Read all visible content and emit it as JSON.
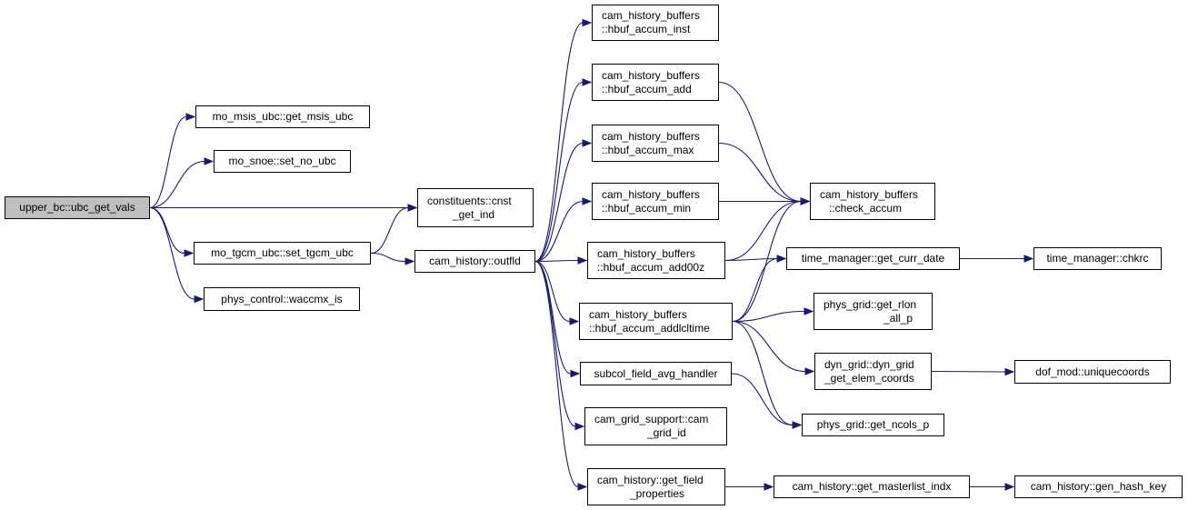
{
  "nodes": {
    "upper_bc": [
      "upper_bc::ubc_get_vals"
    ],
    "get_msis": [
      "mo_msis_ubc::get_msis_ubc"
    ],
    "set_no": [
      "mo_snoe::set_no_ubc"
    ],
    "cnst": [
      "constituents::cnst",
      "_get_ind"
    ],
    "set_tgcm": [
      "mo_tgcm_ubc::set_tgcm_ubc"
    ],
    "waccmx": [
      "phys_control::waccmx_is"
    ],
    "outfld": [
      "cam_history::outfld"
    ],
    "inst": [
      "cam_history_buffers",
      "::hbuf_accum_inst"
    ],
    "add": [
      "cam_history_buffers",
      "::hbuf_accum_add"
    ],
    "max": [
      "cam_history_buffers",
      "::hbuf_accum_max"
    ],
    "min": [
      "cam_history_buffers",
      "::hbuf_accum_min"
    ],
    "add00z": [
      "cam_history_buffers",
      "::hbuf_accum_add00z"
    ],
    "addlcl": [
      "cam_history_buffers",
      "::hbuf_accum_addlcltime"
    ],
    "subcol": [
      "subcol_field_avg_handler"
    ],
    "camgrid": [
      "cam_grid_support::cam",
      "_grid_id"
    ],
    "getfield": [
      "cam_history::get_field",
      "_properties"
    ],
    "check": [
      "cam_history_buffers",
      "::check_accum"
    ],
    "currdate": [
      "time_manager::get_curr_date"
    ],
    "chkrc": [
      "time_manager::chkrc"
    ],
    "rlon": [
      "phys_grid::get_rlon",
      "_all_p"
    ],
    "elem": [
      "dyn_grid::dyn_grid",
      "_get_elem_coords"
    ],
    "unique": [
      "dof_mod::uniquecoords"
    ],
    "ncols": [
      "phys_grid::get_ncols_p"
    ],
    "master": [
      "cam_history::get_masterlist_indx"
    ],
    "hash": [
      "cam_history::gen_hash_key"
    ]
  },
  "edges": [
    [
      "upper_bc",
      "get_msis"
    ],
    [
      "upper_bc",
      "set_no"
    ],
    [
      "upper_bc",
      "cnst"
    ],
    [
      "upper_bc",
      "set_tgcm"
    ],
    [
      "upper_bc",
      "waccmx"
    ],
    [
      "set_tgcm",
      "cnst"
    ],
    [
      "set_tgcm",
      "outfld"
    ],
    [
      "outfld",
      "inst"
    ],
    [
      "outfld",
      "add"
    ],
    [
      "outfld",
      "max"
    ],
    [
      "outfld",
      "min"
    ],
    [
      "outfld",
      "add00z"
    ],
    [
      "outfld",
      "addlcl"
    ],
    [
      "outfld",
      "subcol"
    ],
    [
      "outfld",
      "camgrid"
    ],
    [
      "outfld",
      "getfield"
    ],
    [
      "add",
      "check"
    ],
    [
      "max",
      "check"
    ],
    [
      "min",
      "check"
    ],
    [
      "add00z",
      "check"
    ],
    [
      "add00z",
      "currdate"
    ],
    [
      "addlcl",
      "check"
    ],
    [
      "addlcl",
      "currdate"
    ],
    [
      "addlcl",
      "rlon"
    ],
    [
      "addlcl",
      "elem"
    ],
    [
      "addlcl",
      "ncols"
    ],
    [
      "currdate",
      "chkrc"
    ],
    [
      "elem",
      "unique"
    ],
    [
      "subcol",
      "ncols"
    ],
    [
      "getfield",
      "master"
    ],
    [
      "master",
      "hash"
    ]
  ],
  "colors": {
    "edge": "#191970",
    "root_fill": "#bfbfbf",
    "node_fill": "#ffffff"
  }
}
